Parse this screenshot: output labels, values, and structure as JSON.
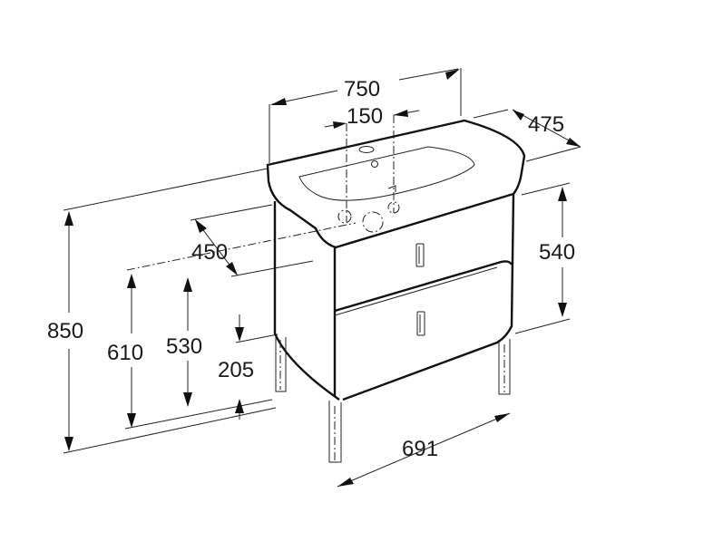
{
  "dimensions": {
    "width_total": "750",
    "tap_spacing": "150",
    "depth": "475",
    "waste_offset": "450",
    "basin_height": "540",
    "height_total": "850",
    "height_610": "610",
    "height_530": "530",
    "leg_height": "205",
    "base_width": "691"
  },
  "colors": {
    "line": "#111111",
    "background": "#ffffff"
  }
}
